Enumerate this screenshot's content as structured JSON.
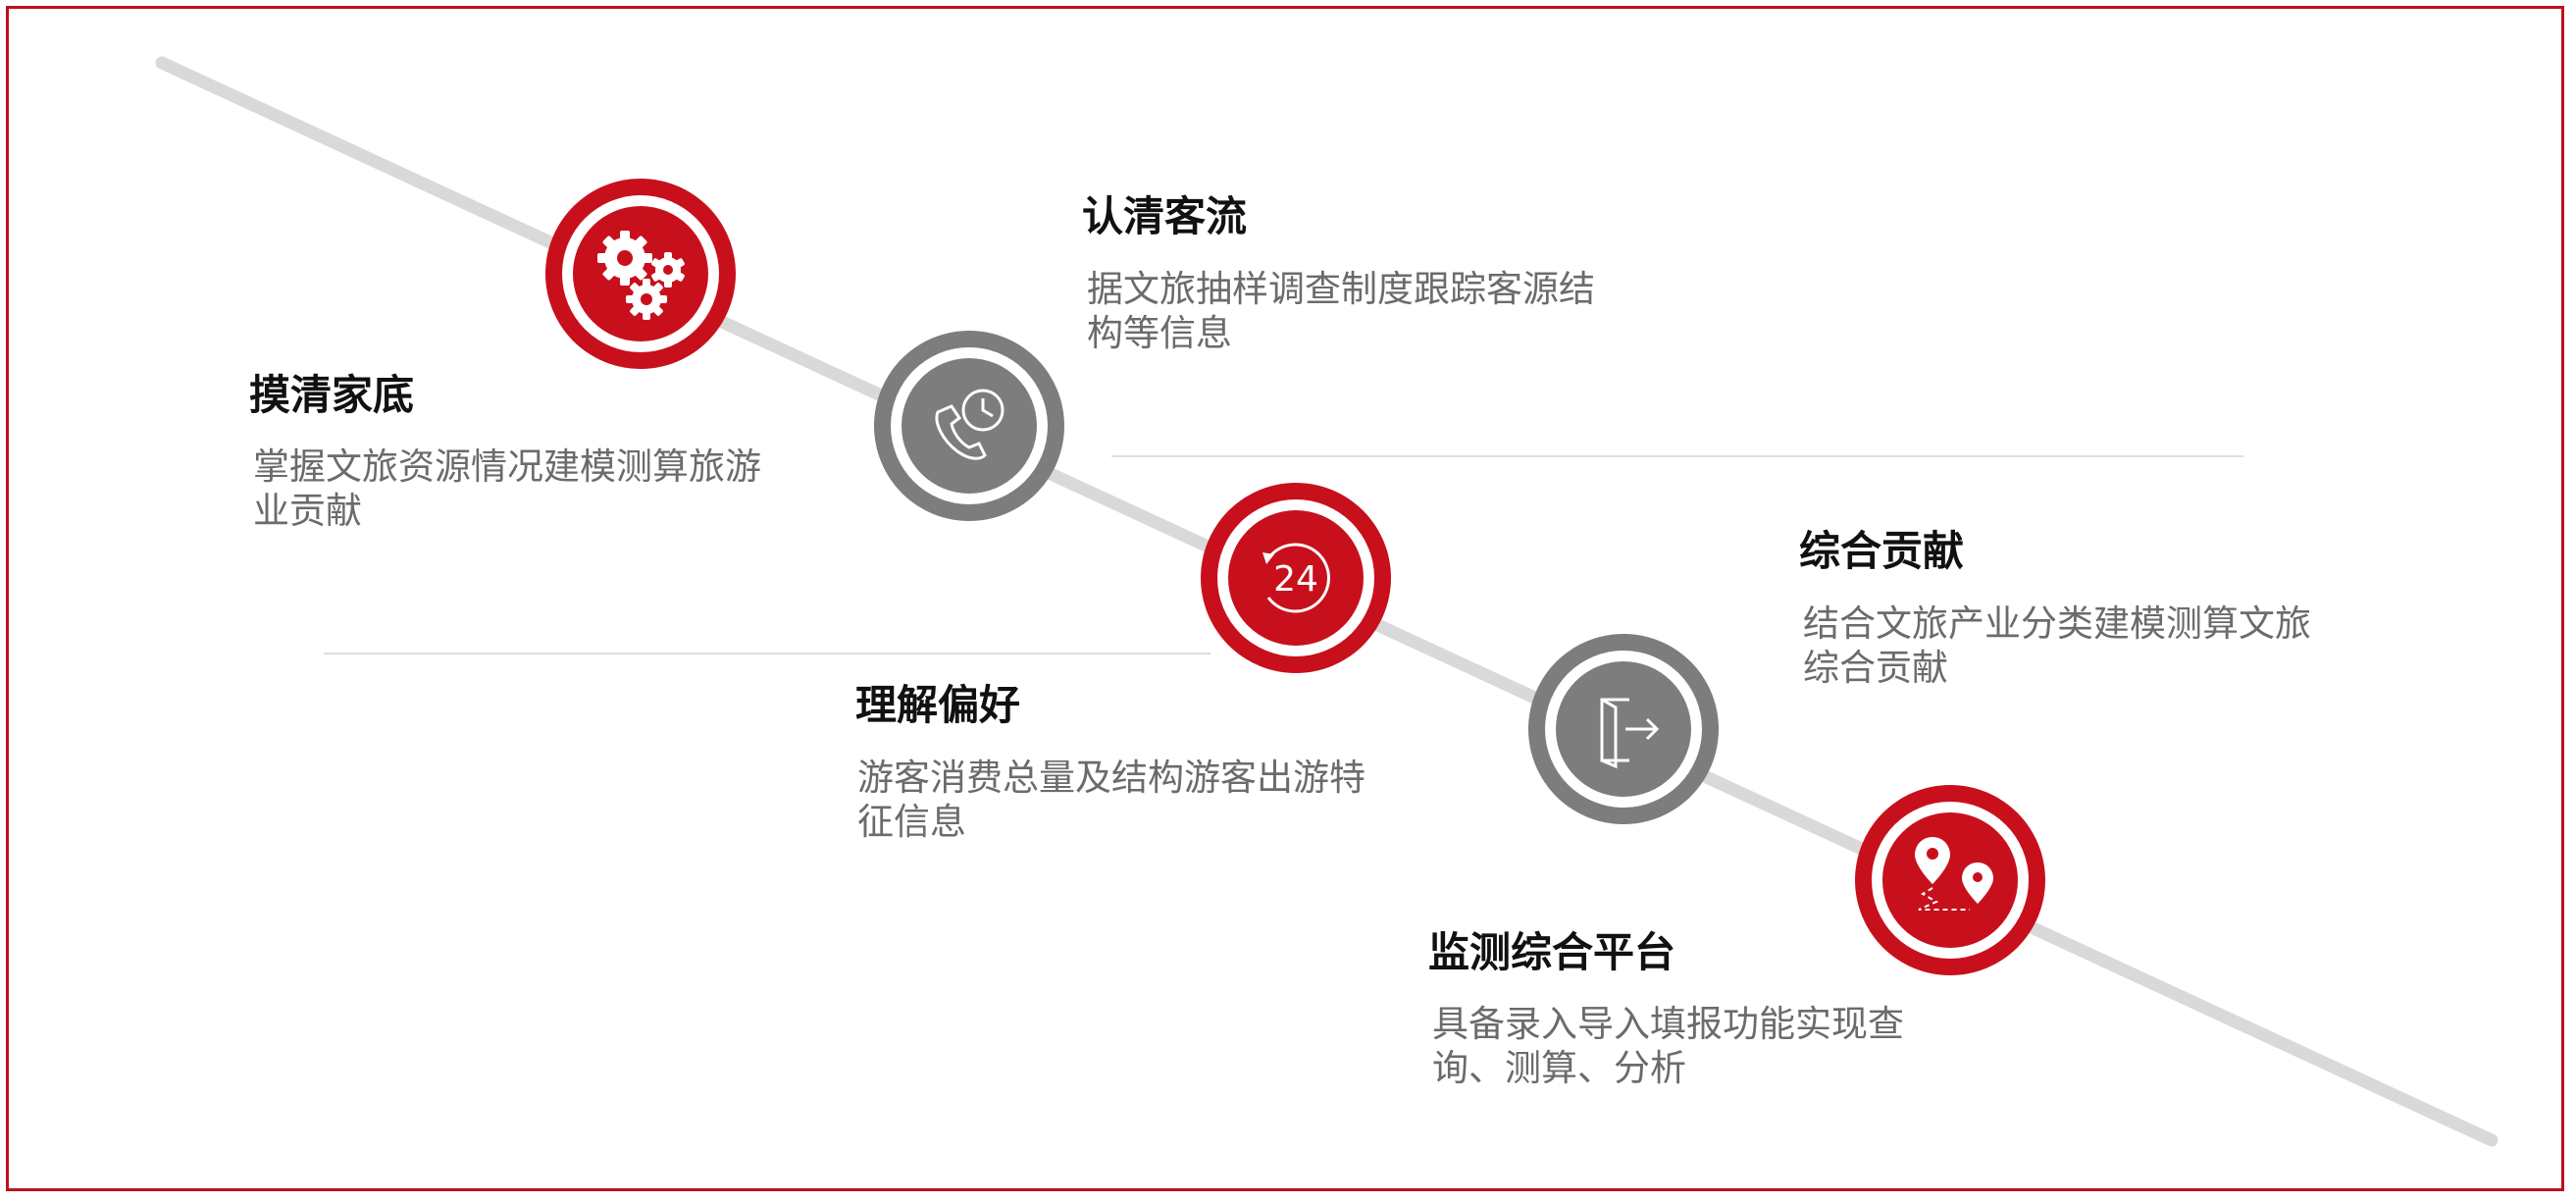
{
  "colors": {
    "accent": "#c8101d",
    "neutral": "#7d7d7d",
    "line": "#d9d9d9",
    "title": "#111111",
    "desc": "#6b6b6b"
  },
  "steps": [
    {
      "title": "摸清家底",
      "desc": "掌握文旅资源情况建模测算旅游业贡献",
      "icon": "gears-icon",
      "style": "accent"
    },
    {
      "title": "认清客流",
      "desc": "据文旅抽样调查制度跟踪客源结构等信息",
      "icon": "phone-clock-icon",
      "style": "neutral"
    },
    {
      "title": "理解偏好",
      "desc": "游客消费总量及结构游客出游特征信息",
      "icon": "24-hour-icon",
      "style": "accent"
    },
    {
      "title": "综合贡献",
      "desc": "结合文旅产业分类建模测算文旅综合贡献",
      "icon": "exit-door-icon",
      "style": "neutral"
    },
    {
      "title": "监测综合平台",
      "desc": "具备录入导入填报功能实现查询、测算、分析",
      "icon": "map-route-icon",
      "style": "accent"
    }
  ]
}
